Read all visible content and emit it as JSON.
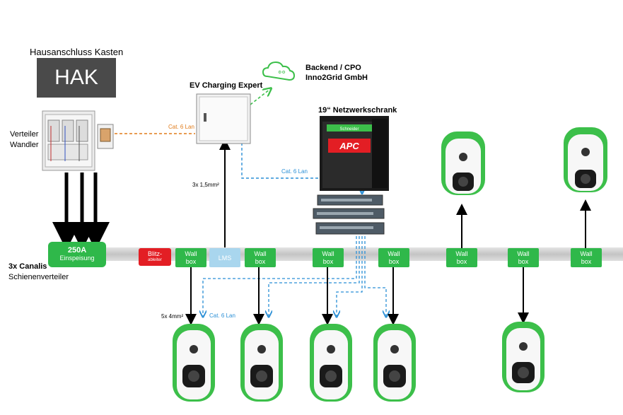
{
  "labels": {
    "hak_title": "Hausanschluss Kasten",
    "hak_box": "HAK",
    "verteiler": "Verteiler",
    "wandler": "Wandler",
    "ev_expert": "EV Charging Expert",
    "backend_line1": "Backend / CPO",
    "backend_line2": "Inno2Grid GmbH",
    "netzwerk": "19“ Netzwerkschrank",
    "cat6_top": "Cat. 6 Lan",
    "cat6_mid": "Cat. 6 Lan",
    "cat6_bottom": "Cat. 6 Lan",
    "cable_15": "3x 1,5mm²",
    "cable_4": "5x 4mm²",
    "canalis_bold": "3x Canalis",
    "canalis_sub": "Schienenverteiler",
    "einspeisung_value": "250A",
    "einspeisung_label": "Einspeisung",
    "blitz_line1": "Blitz-",
    "blitz_line2": "ableiter",
    "lms": "LMS",
    "wallbox_line1": "Wall",
    "wallbox_line2": "box",
    "apc": "APC",
    "schneider": "Schneider"
  },
  "colors": {
    "green": "#2fb84a",
    "red": "#e31e24",
    "lms_blue": "#a9d6ee",
    "cat6_orange": "#e07b1a",
    "cat6_blue": "#2a8fd6",
    "hak_gray": "#4a4a4a",
    "rail_gray": "#c8c8c8",
    "cloud_green": "#3cbf4a"
  },
  "icons": [
    "cloud-icon",
    "control-cabinet-icon",
    "distribution-cabinet-icon",
    "network-rack-icon",
    "network-switch-icon",
    "wallbox-charger-icon"
  ]
}
